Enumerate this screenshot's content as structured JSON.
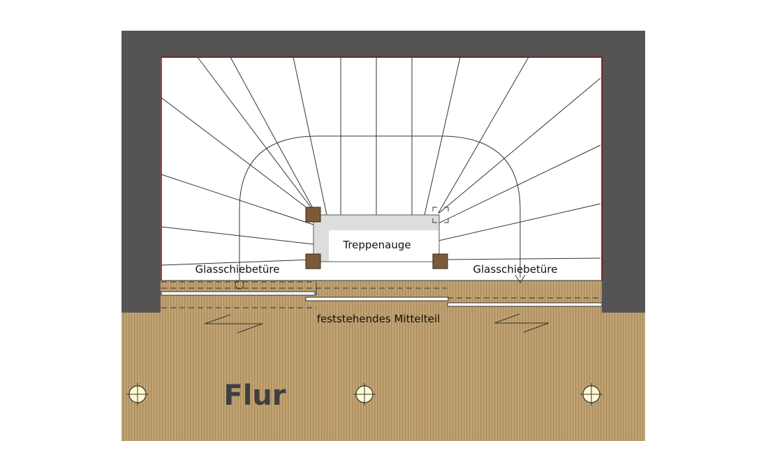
{
  "labels": {
    "stairwell": "Treppenauge",
    "sliding_door_left": "Glasschiebetüre",
    "sliding_door_right": "Glasschiebetüre",
    "fixed_middle": "feststehendes Mittelteil",
    "hallway": "Flur"
  },
  "colors": {
    "wall": "#545454",
    "floor": "#c0a070",
    "floor_stripe": "#a88a58",
    "outline_red": "#8b0000",
    "post": "#7b5a3a",
    "lamp": "#fffbd0"
  },
  "icons": [
    "ceiling-lamp-icon",
    "sliding-arrow-icon",
    "corner-bracket-icon"
  ]
}
